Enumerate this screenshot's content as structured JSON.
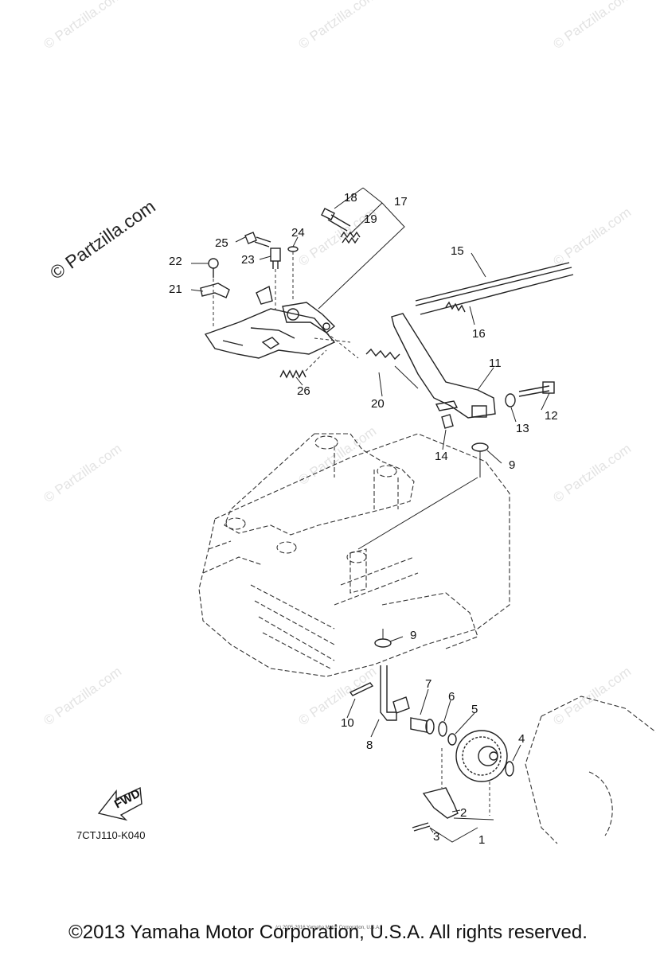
{
  "watermark": {
    "brand": "© Partzilla.com",
    "prominent": "© Partzilla.com"
  },
  "diagram_code": "7CTJ110-K040",
  "fwd_label": "FWD",
  "copyright": "©2013 Yamaha Motor Corporation, U.S.A. All rights reserved.",
  "small_note": "(c) 2005-2016 Yamaha Motor Corporation, U.S.A.",
  "callouts": [
    "1",
    "2",
    "3",
    "4",
    "5",
    "6",
    "7",
    "8",
    "9",
    "9",
    "10",
    "11",
    "12",
    "13",
    "14",
    "15",
    "16",
    "17",
    "18",
    "19",
    "20",
    "21",
    "22",
    "23",
    "24",
    "25",
    "26"
  ],
  "colors": {
    "line": "#222222",
    "watermark": "#e3e3e3",
    "background": "#ffffff"
  }
}
